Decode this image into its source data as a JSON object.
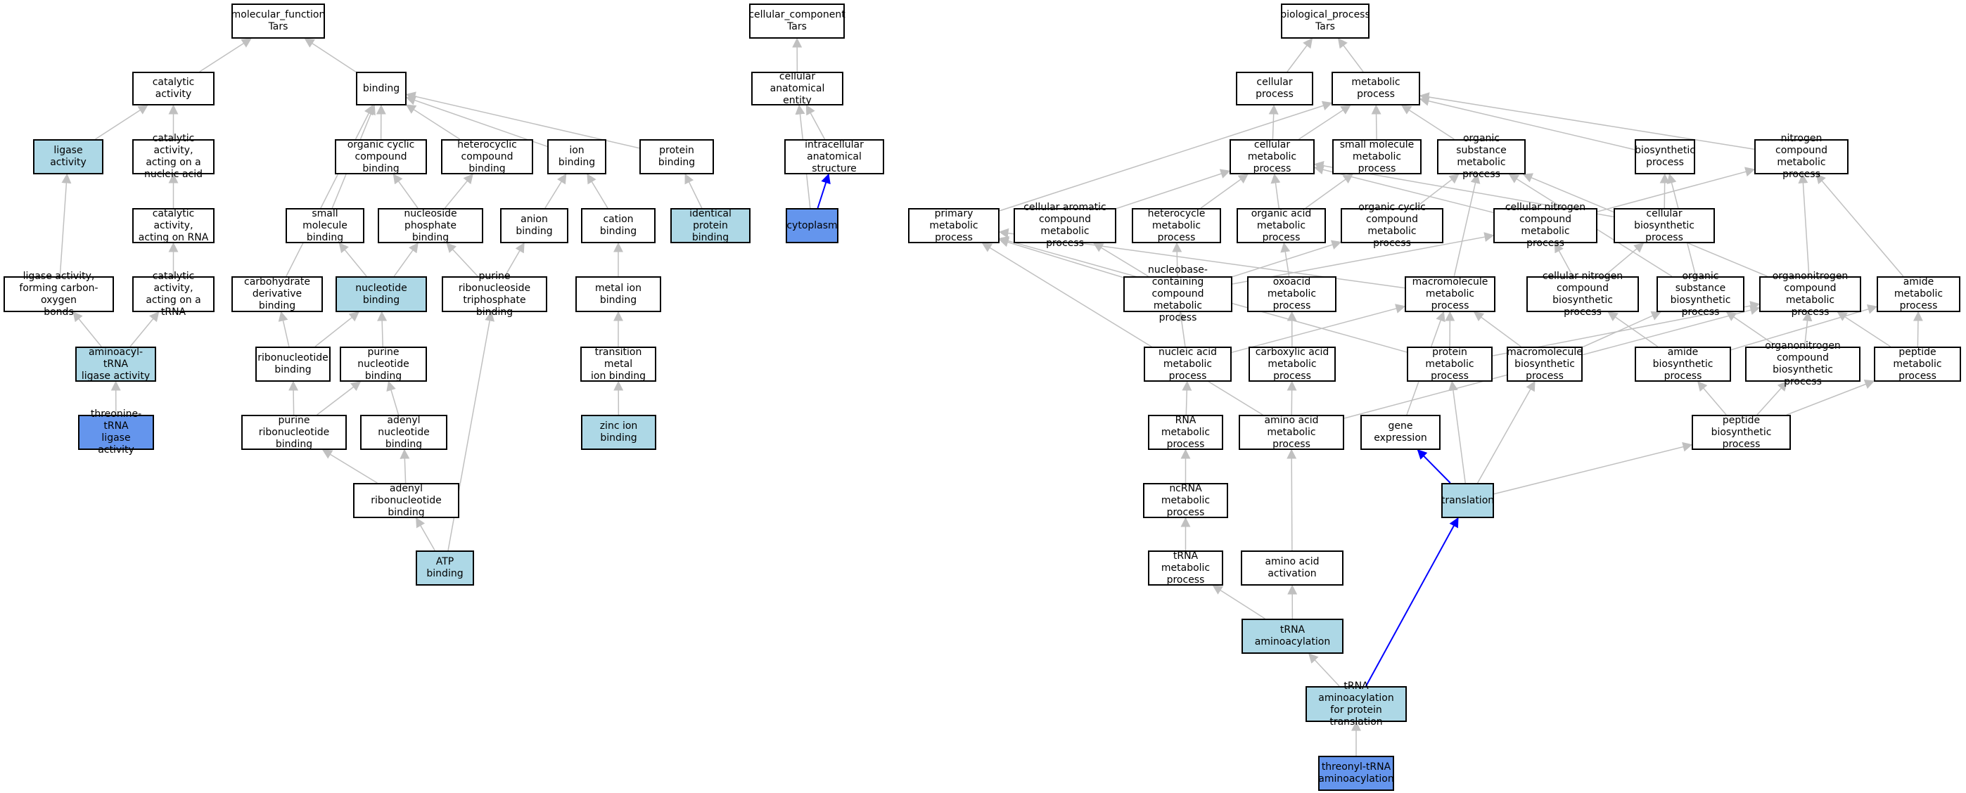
{
  "colors": {
    "light": "#add8e6",
    "dark": "#6495ed",
    "edge": "#c0c0c0",
    "highlight": "#0000ff"
  },
  "nodes": {
    "mf": "molecular_function\nTars",
    "cat": "catalytic activity",
    "bind": "binding",
    "lig": "ligase activity",
    "canuc": "catalytic activity,\nacting on a\nnucleic acid",
    "carna": "catalytic activity,\nacting on RNA",
    "catrna": "catalytic activity,\nacting on a\ntRNA",
    "ligco": "ligase activity,\nforming carbon-oxygen\nbonds",
    "aatrna": "aminoacyl-tRNA\nligase activity",
    "thrlig": "threonine-tRNA\nligase activity",
    "ocb": "organic cyclic\ncompound binding",
    "hcb": "heterocyclic\ncompound binding",
    "ionb": "ion binding",
    "protb": "protein binding",
    "smb": "small molecule\nbinding",
    "nucphos": "nucleoside phosphate\nbinding",
    "anb": "anion binding",
    "catb": "cation binding",
    "idprot": "identical protein\nbinding",
    "carbder": "carbohydrate\nderivative binding",
    "nucb": "nucleotide binding",
    "purtri": "purine ribonucleoside\ntriphosphate\nbinding",
    "metalb": "metal ion binding",
    "ribonuc": "ribonucleotide\nbinding",
    "purnuc": "purine nucleotide\nbinding",
    "trmetal": "transition metal\nion binding",
    "purribo": "purine ribonucleotide\nbinding",
    "adenuc": "adenyl nucleotide\nbinding",
    "zinc": "zinc ion binding",
    "aderibo": "adenyl ribonucleotide\nbinding",
    "atp": "ATP binding",
    "cc": "cellular_component\nTars",
    "cae": "cellular anatomical\nentity",
    "ias": "intracellular\nanatomical structure",
    "cyto": "cytoplasm",
    "bp": "biological_process\nTars",
    "cellp": "cellular process",
    "metp": "metabolic process",
    "cmp": "cellular metabolic\nprocess",
    "smmp": "small molecule\nmetabolic process",
    "osmp": "organic substance\nmetabolic process",
    "biosyn": "biosynthetic\nprocess",
    "ncmp": "nitrogen compound\nmetabolic process",
    "primp": "primary metabolic\nprocess",
    "cacmp": "cellular aromatic\ncompound metabolic\nprocess",
    "hetmp": "heterocycle\nmetabolic process",
    "oamp": "organic acid\nmetabolic process",
    "occmp": "organic cyclic\ncompound metabolic\nprocess",
    "cncmp": "cellular nitrogen\ncompound metabolic\nprocess",
    "cbp": "cellular biosynthetic\nprocess",
    "nbcmp": "nucleobase-containing\ncompound metabolic\nprocess",
    "oxomp": "oxoacid metabolic\nprocess",
    "macmp": "macromolecule\nmetabolic process",
    "cncbp": "cellular nitrogen\ncompound biosynthetic\nprocess",
    "osbp": "organic substance\nbiosynthetic\nprocess",
    "onmp": "organonitrogen\ncompound metabolic\nprocess",
    "amidemp": "amide metabolic\nprocess",
    "nucamp": "nucleic acid\nmetabolic process",
    "cxamp": "carboxylic acid\nmetabolic process",
    "protmp": "protein metabolic\nprocess",
    "macbp": "macromolecule\nbiosynthetic\nprocess",
    "amidebp": "amide biosynthetic\nprocess",
    "onbp": "organonitrogen\ncompound biosynthetic\nprocess",
    "pepmp": "peptide metabolic\nprocess",
    "rnamp": "RNA metabolic\nprocess",
    "aamp": "amino acid metabolic\nprocess",
    "geneexp": "gene expression",
    "pepbp": "peptide biosynthetic\nprocess",
    "transl": "translation",
    "ncrna": "ncRNA metabolic\nprocess",
    "trnamp": "tRNA metabolic\nprocess",
    "aaact": "amino acid activation",
    "trnaaa": "tRNA aminoacylation",
    "trnaprot": "tRNA aminoacylation\nfor protein\ntranslation",
    "thraa": "threonyl-tRNA\naminoacylation"
  }
}
